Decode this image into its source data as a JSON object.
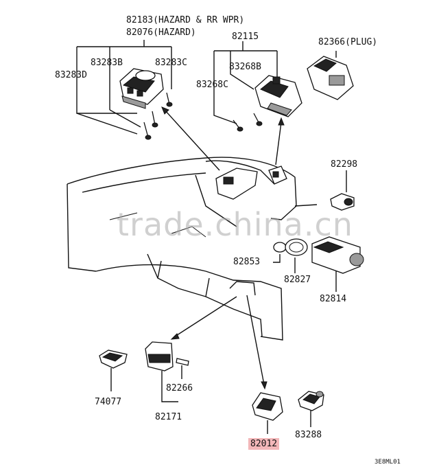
{
  "diagram": {
    "labels": {
      "hazard_rr_wpr": "82183(HAZARD & RR WPR)",
      "hazard": "82076(HAZARD)",
      "p83283B": "83283B",
      "p83283C": "83283C",
      "p83283D": "83283D",
      "p82115": "82115",
      "p83268B": "83268B",
      "p83268C": "83268C",
      "p82366": "82366(PLUG)",
      "p82298": "82298",
      "p82853": "82853",
      "p82827": "82827",
      "p82814": "82814",
      "p74077": "74077",
      "p82266": "82266",
      "p82171": "82171",
      "p82012": "82012",
      "p83288": "83288",
      "code": "3E8ML01"
    },
    "watermark": "trade.china.cn",
    "highlight_color": "#f3b7b9"
  }
}
